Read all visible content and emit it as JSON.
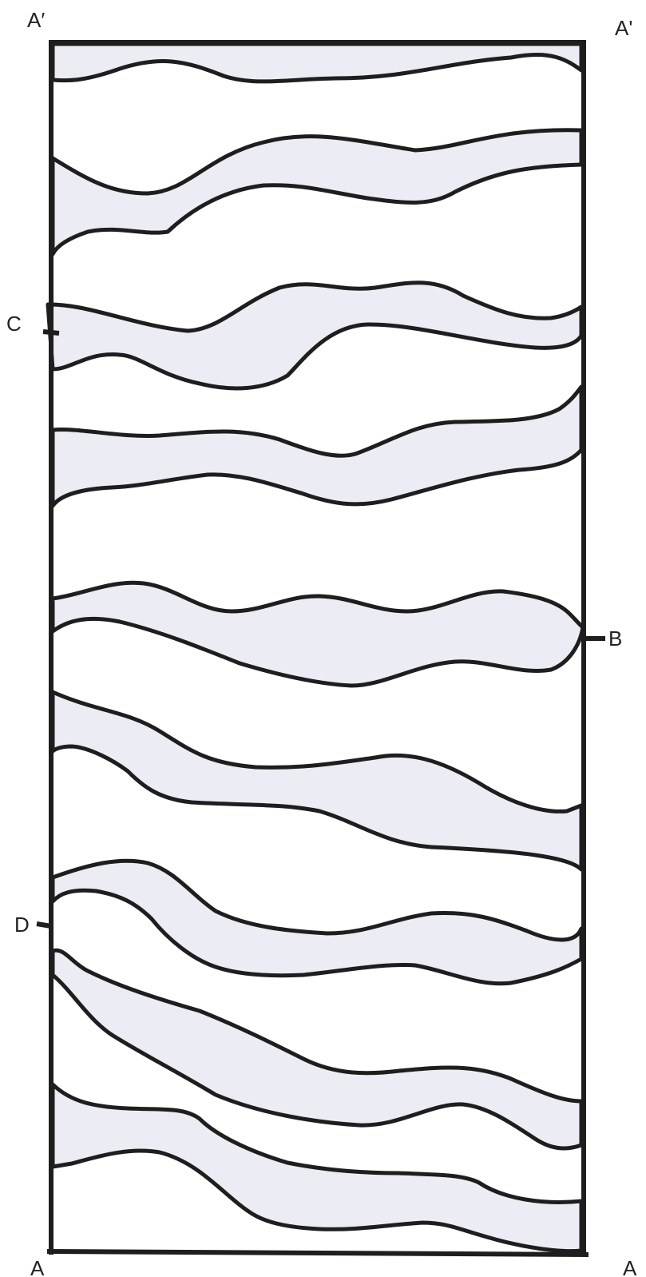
{
  "labels": {
    "corner_top_left": "A′",
    "corner_top_right": "A'",
    "corner_bottom_left": "A",
    "corner_bottom_right": "A",
    "marker_c": "C",
    "marker_b": "B",
    "marker_d": "D"
  },
  "colors": {
    "band_fill": "#ecedf4",
    "stroke": "#1e1e1e"
  }
}
